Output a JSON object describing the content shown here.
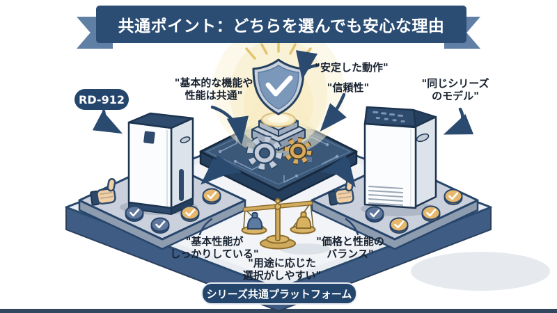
{
  "banner": {
    "title": "共通ポイント：どちらを選んでも安心な理由"
  },
  "model_badge": {
    "label": "RD-912"
  },
  "platform_badge": {
    "label": "シリーズ共通プラットフォーム"
  },
  "callouts": {
    "common_features": "\"基本的な機能や\n性能は共通\"",
    "stable_operation": "\"安定した動作\"",
    "reliability": "\"信頼性\"",
    "same_series": "\"同じシリーズ\nのモデル\"",
    "solid_basic_performance": "\"基本性能が\nしっかりしている\"",
    "easy_selection": "\"用途に応じた\n選択がしやすい\"",
    "price_performance": "\"価格と性能の\nバランス\""
  },
  "icons": [
    "ribbon-banner-icon",
    "shield-check-icon",
    "gear-icon",
    "gold-gear-icon",
    "circuit-board-icon",
    "balance-scale-icon",
    "thumbs-up-icon",
    "check-coin-icon",
    "glow-icon",
    "arrow-icon"
  ],
  "colors": {
    "navy": "#2b4d74",
    "ribbon_tail": "#607fa4",
    "board_navy": "#3b5878",
    "steel_blue": "#7b97ba",
    "gold": "#d9ab5e",
    "platform_gray": "#cbd1dc",
    "glow": "#f8eec9",
    "text": "#16202e"
  }
}
